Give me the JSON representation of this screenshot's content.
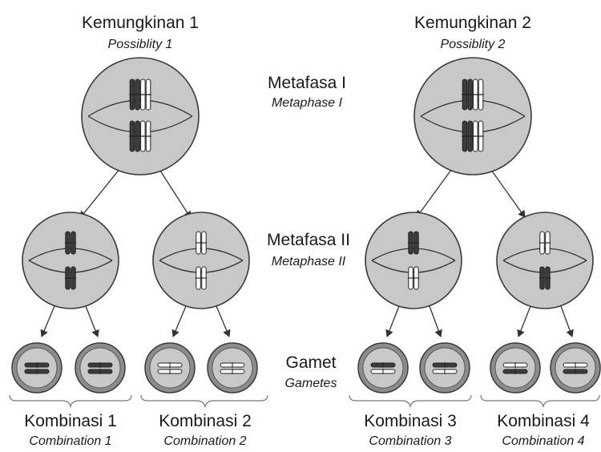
{
  "possibilities": [
    {
      "title": "Kemungkinan 1",
      "subtitle": "Possiblity 1"
    },
    {
      "title": "Kemungkinan 2",
      "subtitle": "Possiblity 2"
    }
  ],
  "stages": {
    "metaphase1": {
      "title": "Metafasa I",
      "subtitle": "Metaphase I"
    },
    "metaphase2": {
      "title": "Metafasa II",
      "subtitle": "Metaphase II"
    },
    "gametes": {
      "title": "Gamet",
      "subtitle": "Gametes"
    }
  },
  "combinations": [
    {
      "title": "Kombinasi 1",
      "subtitle": "Combination 1"
    },
    {
      "title": "Kombinasi 2",
      "subtitle": "Combination 2"
    },
    {
      "title": "Kombinasi 3",
      "subtitle": "Combination 3"
    },
    {
      "title": "Kombinasi 4",
      "subtitle": "Combination 4"
    }
  ],
  "colors": {
    "cell_fill": "#c8c8c8",
    "cell_stroke": "#3a3a3a",
    "dark_chromatid": "#3c3c3c",
    "light_chromatid": "#ffffff",
    "gamete_ring": "#8c8c8c",
    "text": "#1a1a1a"
  }
}
